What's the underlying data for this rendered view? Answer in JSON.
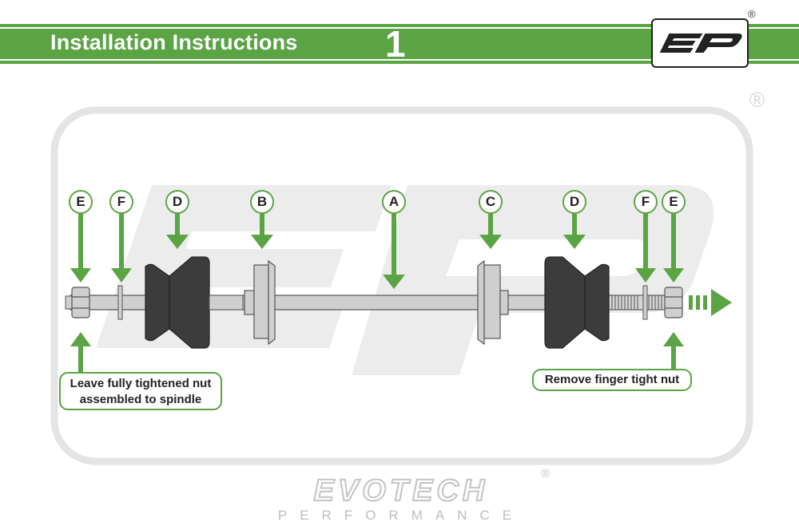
{
  "header": {
    "title": "Installation Instructions",
    "step_number": "1",
    "logo_icon": "ep-logo-icon",
    "registered_mark": "®"
  },
  "diagram": {
    "labels": [
      {
        "id": "E-left",
        "text": "E"
      },
      {
        "id": "F-left",
        "text": "F"
      },
      {
        "id": "D-left",
        "text": "D"
      },
      {
        "id": "B",
        "text": "B"
      },
      {
        "id": "A",
        "text": "A"
      },
      {
        "id": "C",
        "text": "C"
      },
      {
        "id": "D-right",
        "text": "D"
      },
      {
        "id": "F-right",
        "text": "F"
      },
      {
        "id": "E-right",
        "text": "E"
      }
    ],
    "callouts": {
      "left_line1": "Leave fully tightened nut",
      "left_line2": "assembled to spindle",
      "right": "Remove finger tight nut"
    },
    "watermark_reg": "®"
  },
  "footer": {
    "brand_name": "EVOTECH",
    "brand_sub": "PERFORMANCE",
    "brand_reg": "®"
  },
  "colors": {
    "accent_green": "#5ba443",
    "metal_grey": "#cfcfcf",
    "rubber_dark": "#3c3c3c",
    "frame_grey": "#e4e4e4"
  }
}
